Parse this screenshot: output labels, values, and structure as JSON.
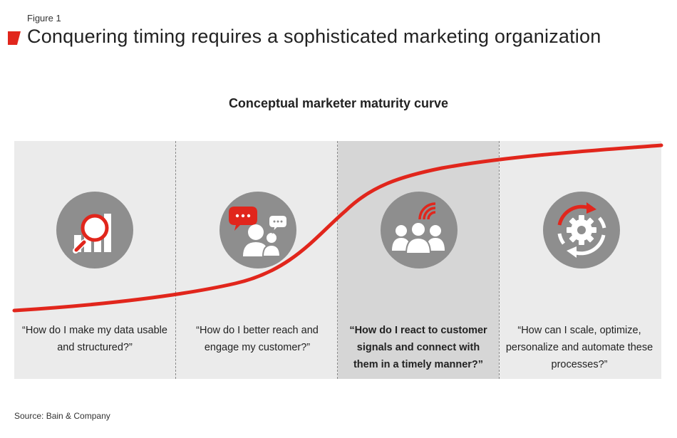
{
  "figure_label": "Figure 1",
  "title": "Conquering timing requires a sophisticated marketing organization",
  "subtitle": "Conceptual marketer maturity curve",
  "colors": {
    "accent": "#e1261c",
    "panel_bg": "#ebebeb",
    "panel_highlight": "#d6d6d6",
    "icon_circle": "#8e8e8e",
    "icon_fg": "#ffffff"
  },
  "stages": [
    {
      "icon": "data-chart-magnifier-icon",
      "question": "“How do I make my data usable and structured?”",
      "highlighted": false
    },
    {
      "icon": "people-chat-bubbles-icon",
      "question": "“How do I better reach and engage my customer?”",
      "highlighted": false
    },
    {
      "icon": "people-signal-icon",
      "question": "“How do I react to customer signals and connect with them in a timely manner?”",
      "highlighted": true
    },
    {
      "icon": "gear-cycle-icon",
      "question": "“How can I scale, optimize, personalize and automate these processes?”",
      "highlighted": false
    }
  ],
  "source": "Source: Bain & Company"
}
